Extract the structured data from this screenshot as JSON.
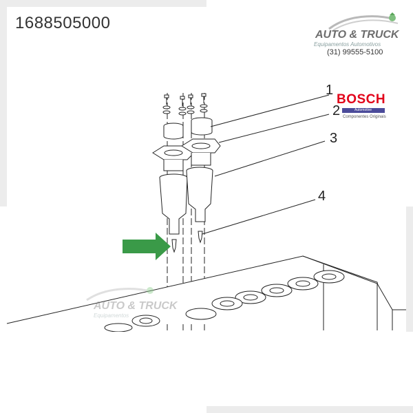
{
  "part_number": "1688505000",
  "logo_top": {
    "title": "AUTO & TRUCK",
    "subtitle": "Equipamentos Automotivos",
    "phone": "(31) 99555-5100"
  },
  "bosch": {
    "name": "BOSCH",
    "bar_text": "Automotive",
    "caption": "Componentes Originais"
  },
  "watermark": {
    "title": "AUTO & TRUCK",
    "subtitle": "Equipamentos"
  },
  "callouts": [
    "1",
    "2",
    "3",
    "4"
  ],
  "colors": {
    "arrow": "#3a9a48",
    "bosch_red": "#e2001a",
    "bosch_bar": "#4b4b9a",
    "line": "#222222"
  }
}
